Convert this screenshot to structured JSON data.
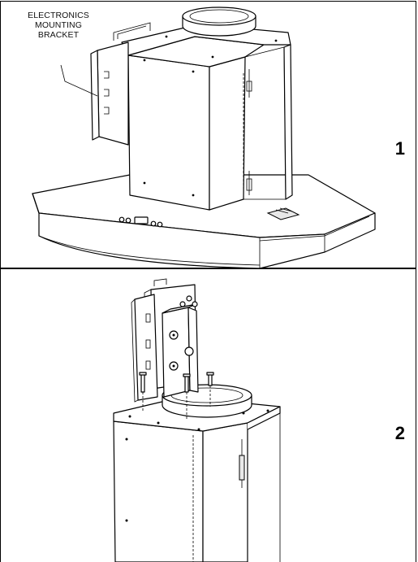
{
  "callout": {
    "line1": "ELECTRONICS",
    "line2": "MOUNTING",
    "line3": "BRACKET"
  },
  "steps": [
    {
      "number": "1"
    },
    {
      "number": "2"
    }
  ]
}
